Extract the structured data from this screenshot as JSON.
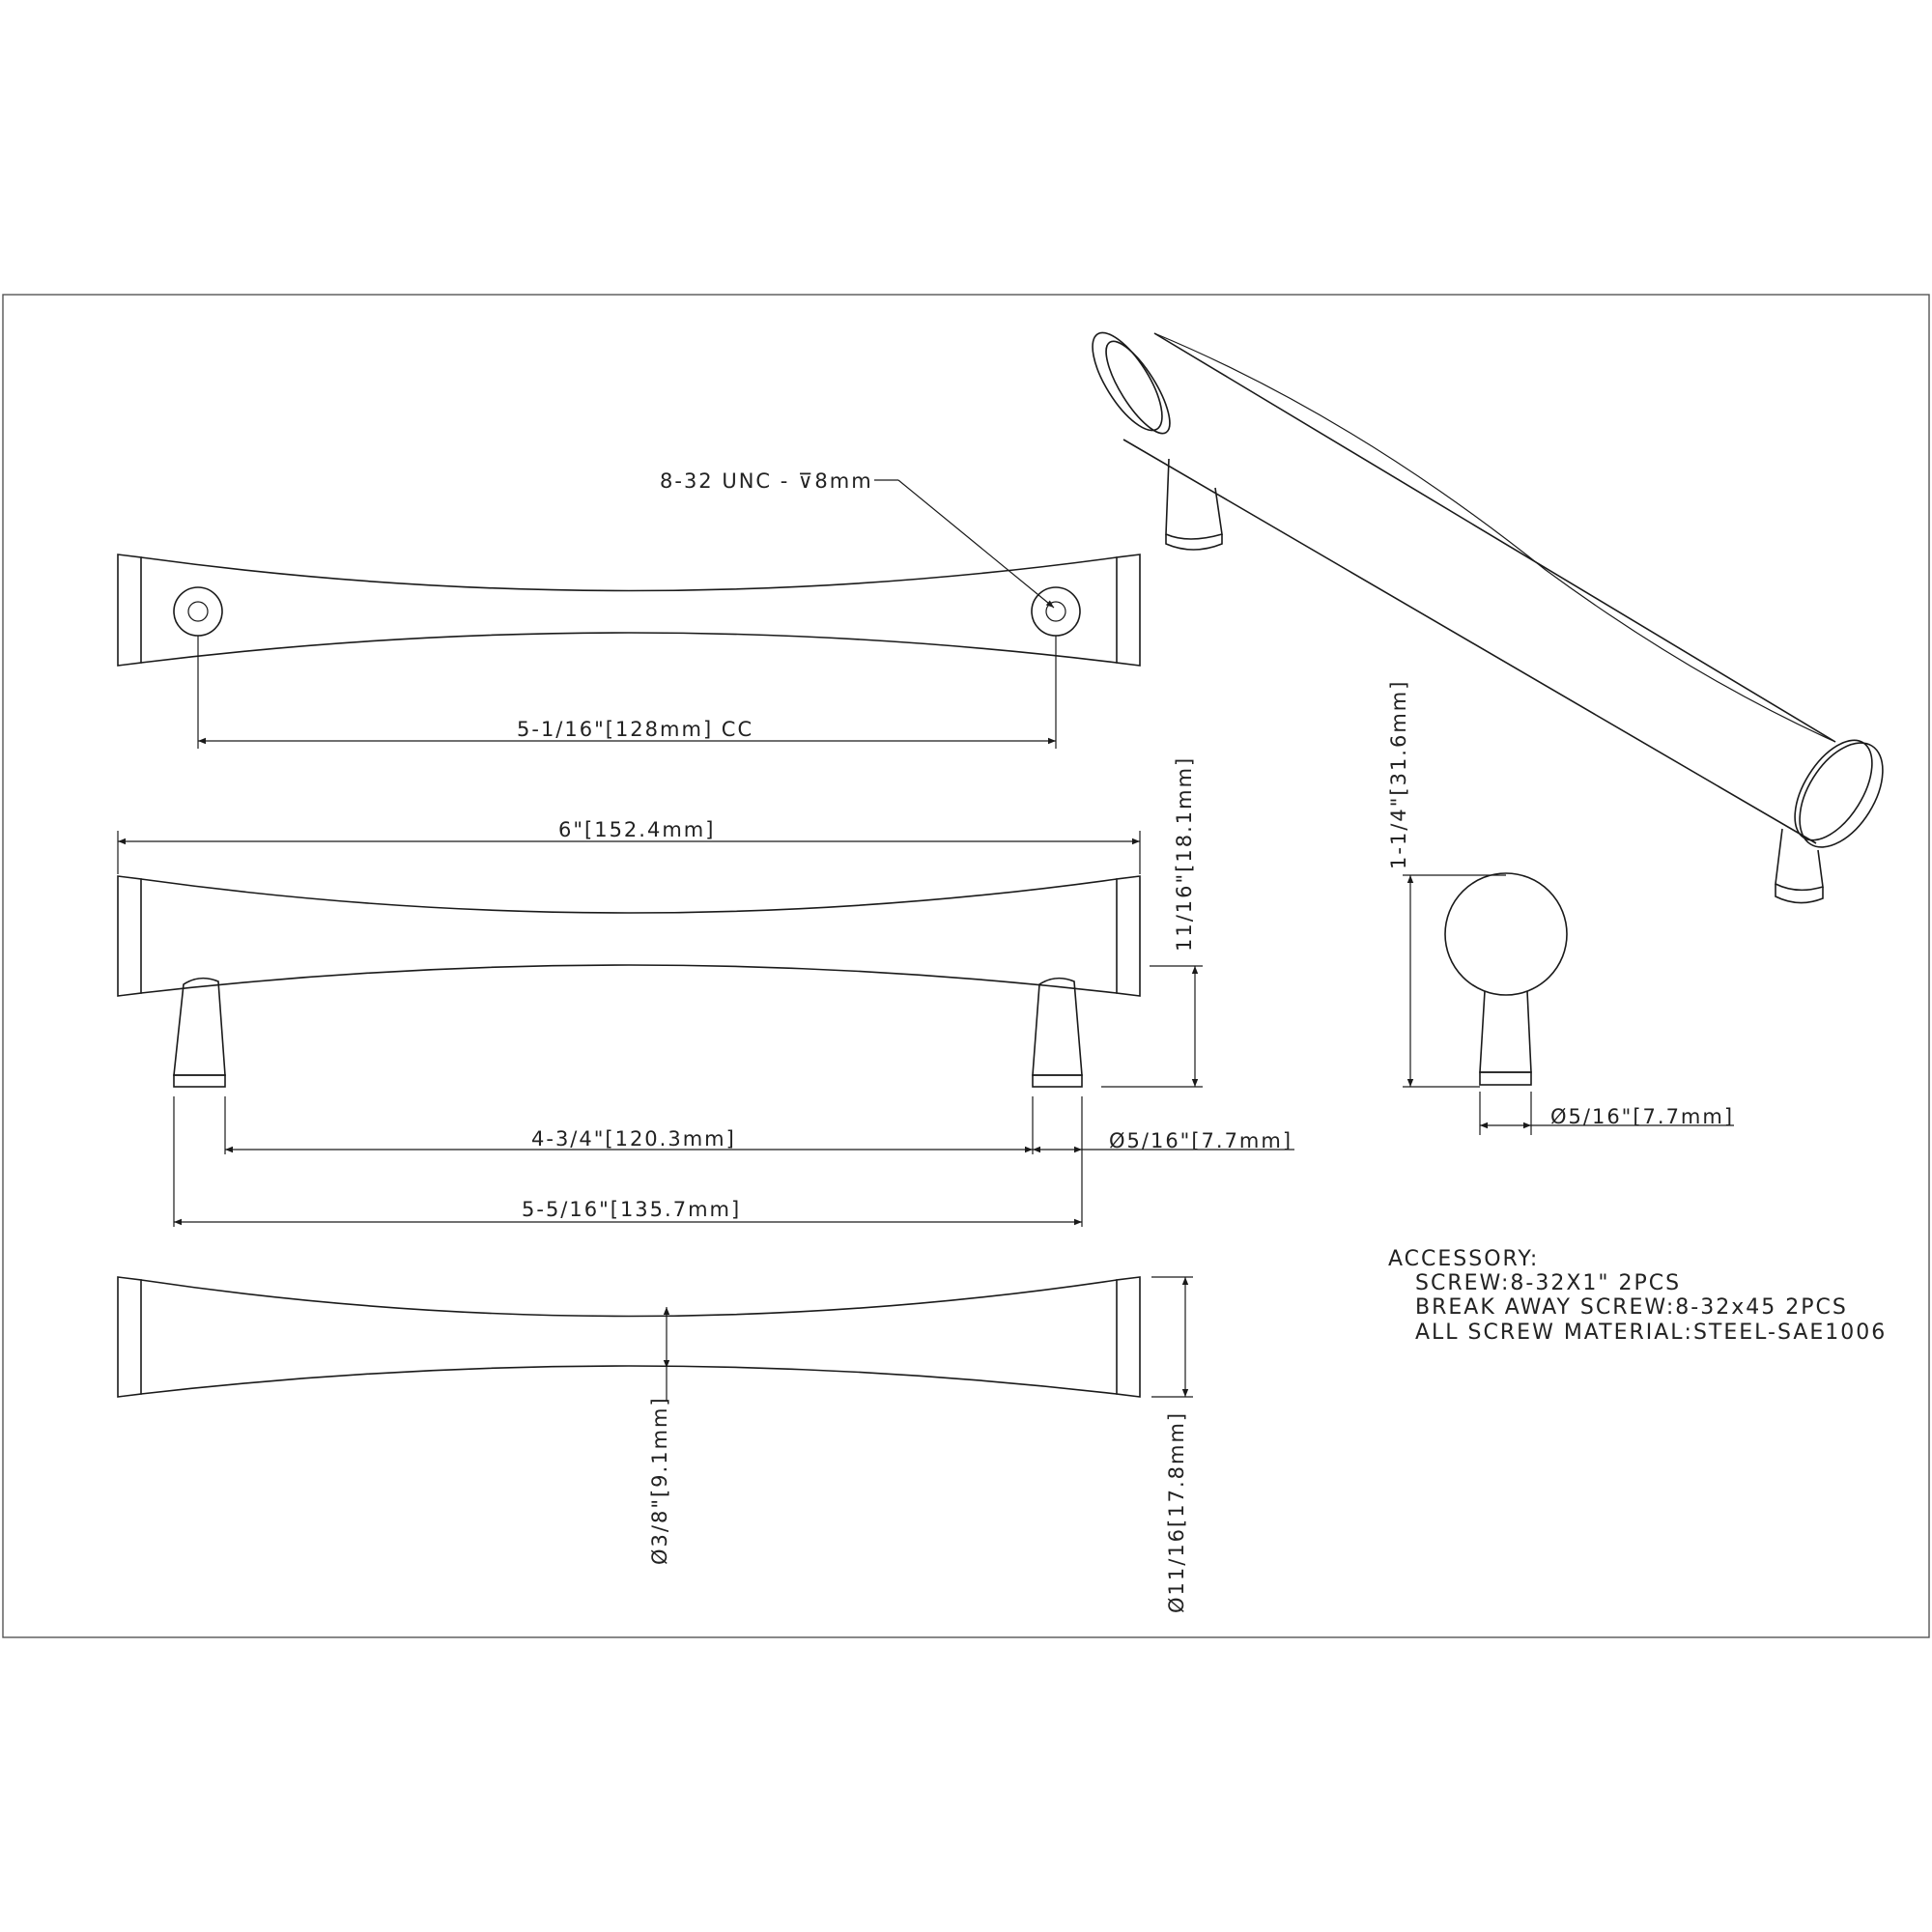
{
  "drawing": {
    "callout_thread": "8-32 UNC - ⊽8mm",
    "dim_cc": "5-1/16\"[128mm] CC",
    "dim_overall_length": "6\"[152.4mm]",
    "dim_projection": "11/16\"[18.1mm]",
    "dim_inner_span": "4-3/4\"[120.3mm]",
    "dim_post_dia_front": "Ø5/16\"[7.7mm]",
    "dim_outer_span": "5-5/16\"[135.7mm]",
    "dim_center_dia": "Ø3/8\"[9.1mm]",
    "dim_end_dia": "Ø11/16[17.8mm]",
    "dim_height_side": "1-1/4\"[31.6mm]",
    "dim_post_dia_side": "Ø5/16\"[7.7mm]"
  },
  "accessory": {
    "title": "ACCESSORY:",
    "line1": "SCREW:8-32X1\" 2PCS",
    "line2": "BREAK AWAY SCREW:8-32x45 2PCS",
    "line3": "ALL SCREW MATERIAL:STEEL-SAE1006"
  }
}
